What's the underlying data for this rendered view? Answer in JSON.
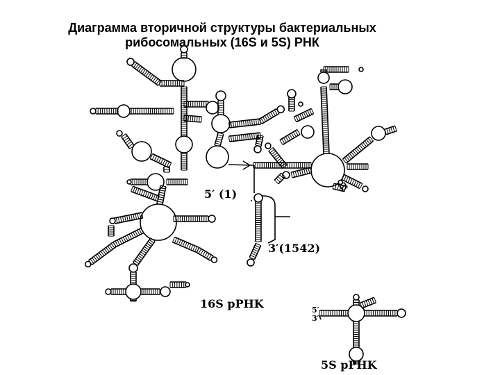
{
  "title": {
    "line1": "Диаграмма вторичной структуры бактериальных",
    "line2": "рибосомальных (16S и 5S) РНК"
  },
  "labels": {
    "five_prime_16s": "5′ (1)",
    "three_prime_16s": "3′(1542)",
    "rna_16s": "16S pPHK",
    "rna_5s": "5S pPHK",
    "five_prime_5s": "5′",
    "three_prime_5s": "3′"
  },
  "colors": {
    "ink": "#000000",
    "background": "#ffffff"
  }
}
